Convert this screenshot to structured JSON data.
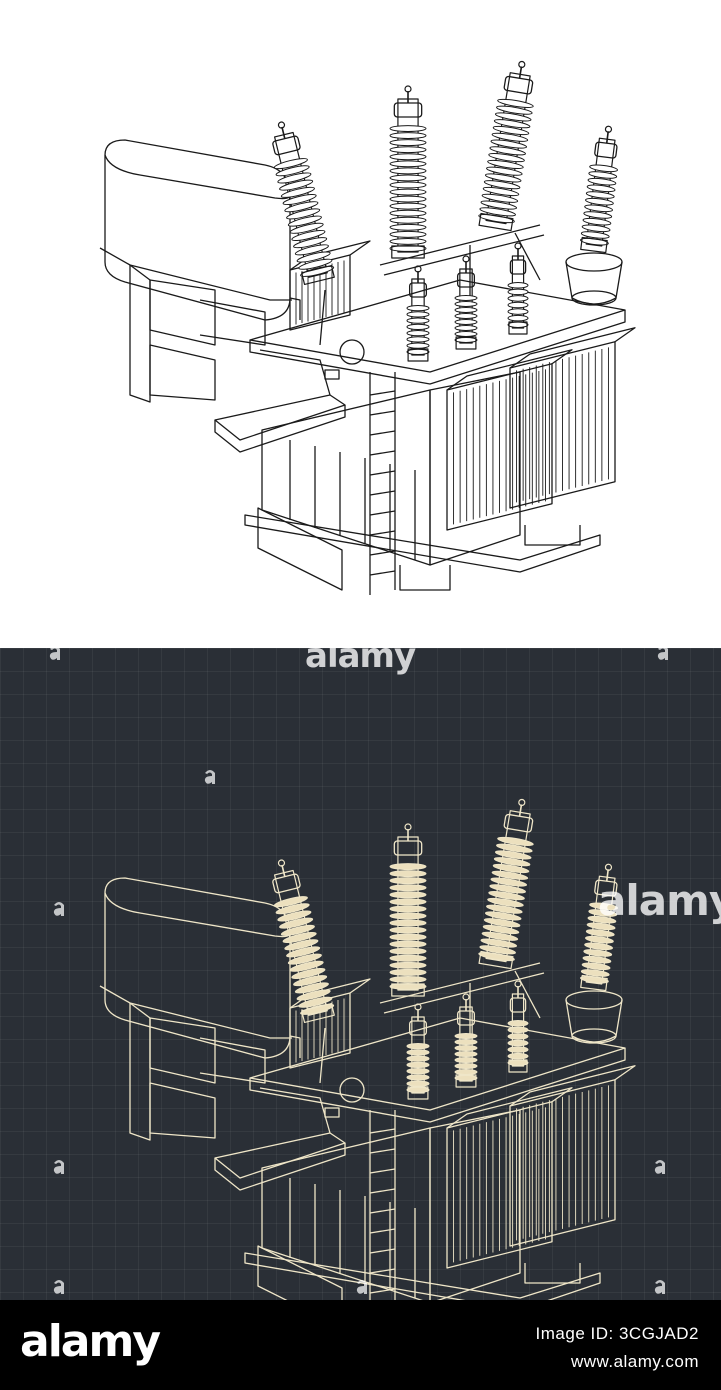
{
  "watermark": {
    "brand": "alamy"
  },
  "colors": {
    "top_background": "#ffffff",
    "top_line": "#1a1a1a",
    "bottom_background": "#2a2f36",
    "bottom_line": "#efe6c8",
    "insulator_fill": "#ece0be",
    "footer_background": "#000000"
  },
  "footer": {
    "logo": "alamy",
    "image_id": "Image ID: 3CGJAD2",
    "url": "www.alamy.com"
  }
}
